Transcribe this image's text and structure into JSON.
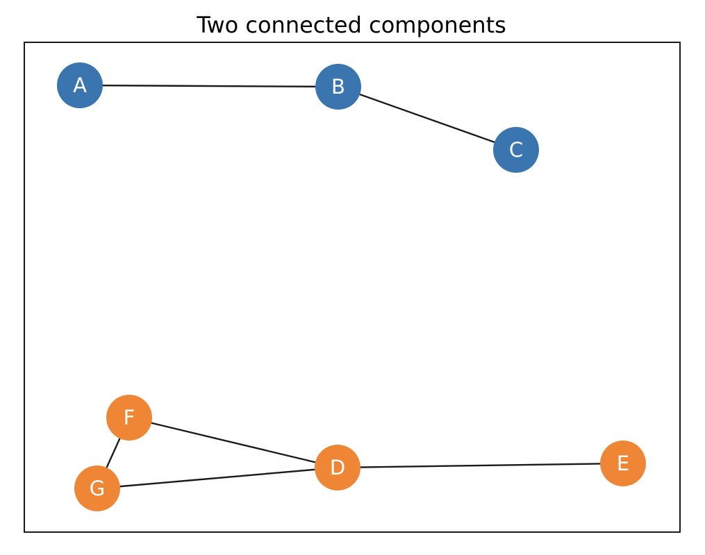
{
  "title": "Two connected components",
  "colors": {
    "component_1": "#3b75af",
    "component_2": "#ef8636"
  },
  "nodes": [
    {
      "id": "A",
      "label": "A",
      "component": "component_1"
    },
    {
      "id": "B",
      "label": "B",
      "component": "component_1"
    },
    {
      "id": "C",
      "label": "C",
      "component": "component_1"
    },
    {
      "id": "D",
      "label": "D",
      "component": "component_2"
    },
    {
      "id": "E",
      "label": "E",
      "component": "component_2"
    },
    {
      "id": "F",
      "label": "F",
      "component": "component_2"
    },
    {
      "id": "G",
      "label": "G",
      "component": "component_2"
    }
  ],
  "edges": [
    {
      "source": "A",
      "target": "B"
    },
    {
      "source": "B",
      "target": "C"
    },
    {
      "source": "F",
      "target": "D"
    },
    {
      "source": "G",
      "target": "D"
    },
    {
      "source": "D",
      "target": "E"
    },
    {
      "source": "F",
      "target": "G"
    }
  ]
}
